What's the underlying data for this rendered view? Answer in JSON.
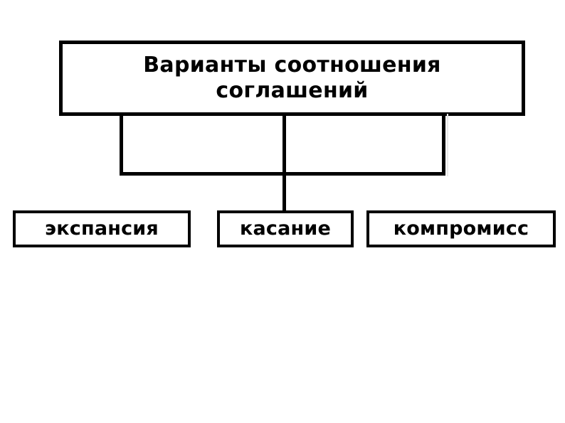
{
  "diagram": {
    "kind": "org-chart",
    "background_color": "#ffffff",
    "line_color": "#000000",
    "text_color": "#000000",
    "root": {
      "label": "Варианты соотношения\nсоглашений",
      "line_1": "Варианты соотношения",
      "line_2": "соглашений"
    },
    "leaves": [
      {
        "id": "expansion",
        "label": "экспансия"
      },
      {
        "id": "touch",
        "label": "касание"
      },
      {
        "id": "compromise",
        "label": "компромисс"
      }
    ],
    "connectors": [
      {
        "id": "left-vertical",
        "orientation": "vertical"
      },
      {
        "id": "center-vertical",
        "orientation": "vertical"
      },
      {
        "id": "right-vertical",
        "orientation": "vertical"
      },
      {
        "id": "horizontal-bar",
        "orientation": "horizontal"
      }
    ]
  }
}
